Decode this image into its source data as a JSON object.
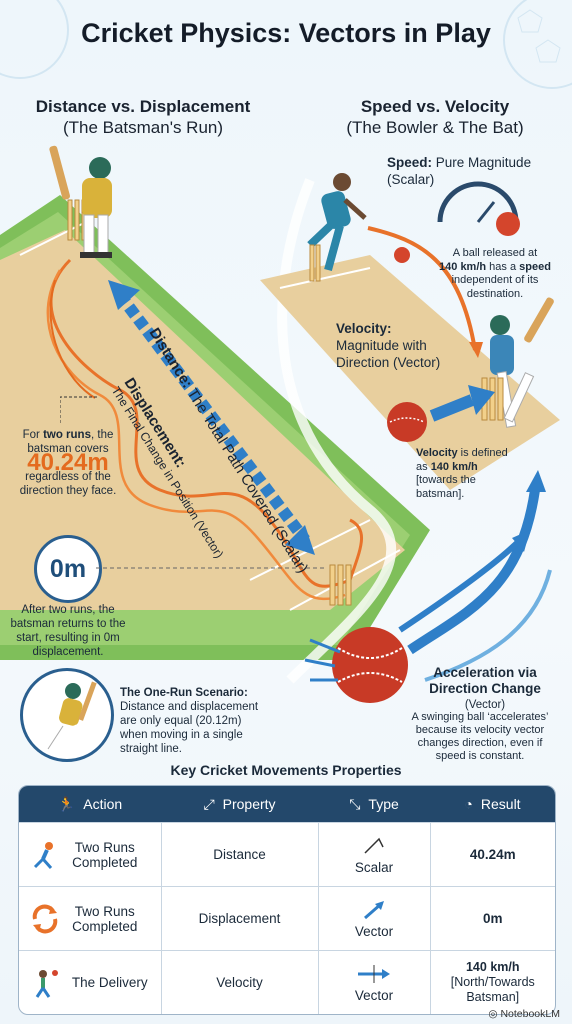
{
  "title": "Cricket Physics: Vectors in Play",
  "left_section": {
    "heading": "Distance vs. Displacement",
    "subheading": "(The Batsman's Run)",
    "distance_label_bold": "Distance:",
    "distance_label_rest": " The Total Path Covered (Scalar)",
    "displacement_label_bold": "Displacement:",
    "displacement_label_rest": "The Final Change in Position (Vector)",
    "two_runs_intro_a": "For ",
    "two_runs_intro_b": "two runs",
    "two_runs_intro_c": ", the",
    "two_runs_line2": "batsman covers",
    "two_runs_value": "40.24m",
    "two_runs_line3": "regardless of the",
    "two_runs_line4": "direction they face.",
    "zero_value": "0m",
    "zero_text_1": "After two runs, the",
    "zero_text_2": "batsman returns to the",
    "zero_text_3": "start, resulting in 0m",
    "zero_text_4": "displacement.",
    "one_run_title": "The One-Run Scenario:",
    "one_run_1": "Distance and displacement",
    "one_run_2": "are only equal (20.12m)",
    "one_run_3": "when moving in a single",
    "one_run_4": "straight line."
  },
  "right_section": {
    "heading": "Speed vs. Velocity",
    "subheading": "(The Bowler & The Bat)",
    "speed_bold": "Speed:",
    "speed_rest": " Pure Magnitude",
    "speed_line2": "(Scalar)",
    "speed_desc_1": "A ball released at",
    "speed_desc_2a": "140 km/h",
    "speed_desc_2b": " has a ",
    "speed_desc_2c": "speed",
    "speed_desc_3": "independent of its",
    "speed_desc_4": "destination.",
    "velocity_bold": "Velocity:",
    "velocity_line2": "Magnitude with",
    "velocity_line3": "Direction (Vector)",
    "vel_desc_1a": "Velocity",
    "vel_desc_1b": " is defined",
    "vel_desc_2a": "as ",
    "vel_desc_2b": "140 km/h",
    "vel_desc_3": "[towards the",
    "vel_desc_4": "batsman].",
    "accel_title_1": "Acceleration via",
    "accel_title_2": "Direction Change",
    "accel_tag": "(Vector)",
    "accel_desc_1": "A swinging ball ‘accelerates’",
    "accel_desc_2": "because its velocity vector",
    "accel_desc_3": "changes direction, even if",
    "accel_desc_4": "speed is constant."
  },
  "table": {
    "caption": "Key Cricket Movements Properties",
    "headers": [
      "Action",
      "Property",
      "Type",
      "Result"
    ],
    "header_icons": [
      "running-icon",
      "expand-arrows-icon",
      "diagonal-arrows-icon",
      "cricket-ball-icon"
    ],
    "rows": [
      {
        "action_1": "Two Runs",
        "action_2": "Completed",
        "property": "Distance",
        "type": "Scalar",
        "result": "40.24m",
        "result_2": "",
        "result_3": ""
      },
      {
        "action_1": "Two Runs",
        "action_2": "Completed",
        "property": "Displacement",
        "type": "Vector",
        "result": "0m",
        "result_2": "",
        "result_3": ""
      },
      {
        "action_1": "The Delivery",
        "action_2": "",
        "property": "Velocity",
        "type": "Vector",
        "result": "140 km/h",
        "result_2": "[North/Towards",
        "result_3": "Batsman]"
      }
    ]
  },
  "footer": {
    "brand": "NotebookLM"
  },
  "colors": {
    "accent_orange": "#e46b1f",
    "vector_blue": "#2f7fc8",
    "pitch": "#e8cf9e",
    "grass": "#7fbf5a",
    "header_navy": "#23486b"
  }
}
